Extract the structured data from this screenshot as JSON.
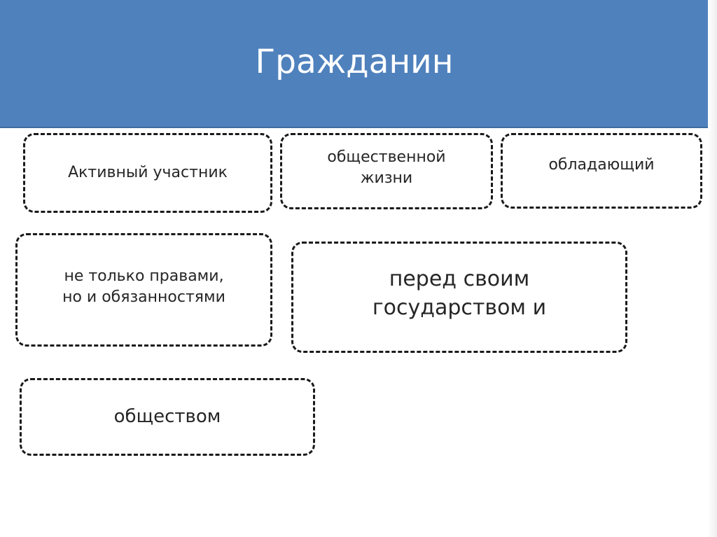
{
  "slide": {
    "title": "Гражданин",
    "cards": [
      {
        "lines": [
          "Активный участник"
        ]
      },
      {
        "lines": [
          "общественной",
          "жизни"
        ]
      },
      {
        "lines": [
          "обладающий"
        ]
      },
      {
        "lines": [
          "не только правами,",
          "но и обязанностями"
        ]
      },
      {
        "lines": [
          "перед своим",
          "государством и"
        ]
      },
      {
        "lines": [
          "обществом"
        ]
      }
    ]
  },
  "colors": {
    "header": "#4f81bd",
    "title_text": "#ffffff",
    "card_border": "#1a1a1a",
    "card_text": "#262626"
  }
}
